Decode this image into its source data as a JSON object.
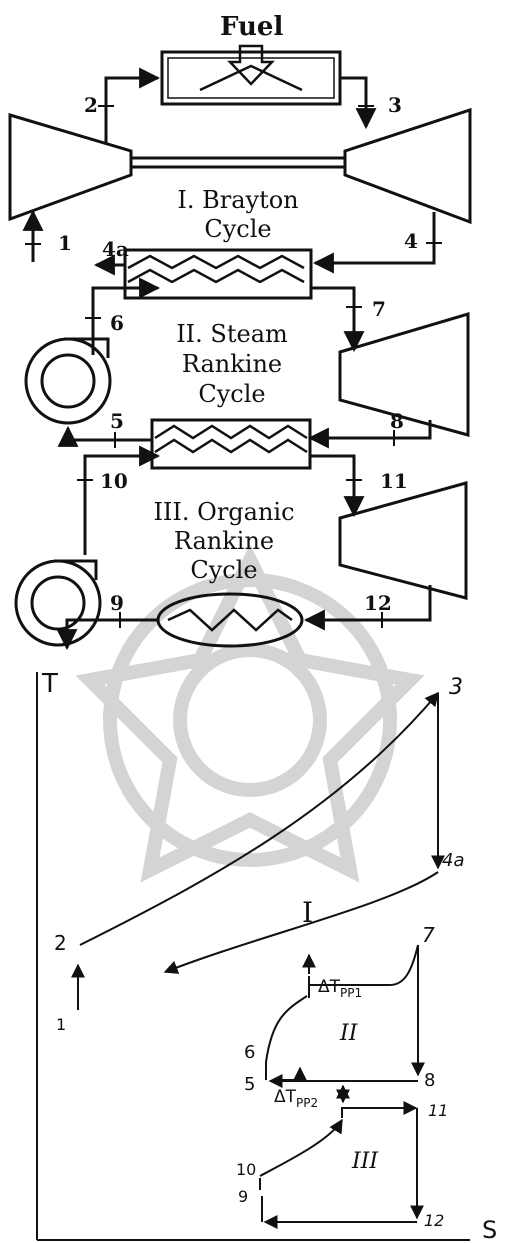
{
  "colors": {
    "ink": "#111111",
    "watermark": "#d4d4d4",
    "background": "#ffffff"
  },
  "schematic": {
    "fuel_label": "Fuel",
    "state_labels": {
      "s1": "1",
      "s2": "2",
      "s3": "3",
      "s4": "4",
      "s4a": "4a",
      "s5": "5",
      "s6": "6",
      "s7": "7",
      "s8": "8",
      "s9": "9",
      "s10": "10",
      "s11": "11",
      "s12": "12"
    },
    "cycle_labels": {
      "brayton_1": "I. Brayton",
      "brayton_2": "Cycle",
      "steam_1": "II. Steam",
      "steam_2": "Rankine",
      "steam_3": "Cycle",
      "organic_1": "III. Organic",
      "organic_2": "Rankine",
      "organic_3": "Cycle"
    }
  },
  "ts_diagram": {
    "axis_t": "T",
    "axis_s": "S",
    "points": {
      "p1": "1",
      "p2": "2",
      "p3": "3",
      "p4a": "4a",
      "p5": "5",
      "p6": "6",
      "p7": "7",
      "p8": "8",
      "p9": "9",
      "p10": "10",
      "p11": "11",
      "p12": "12"
    },
    "regions": {
      "r1": "I",
      "r2": "II",
      "r3": "III"
    },
    "pinch": {
      "pp1_delta": "ΔT",
      "pp1_sub": "PP1",
      "pp2_delta": "ΔT",
      "pp2_sub": "PP2"
    }
  }
}
